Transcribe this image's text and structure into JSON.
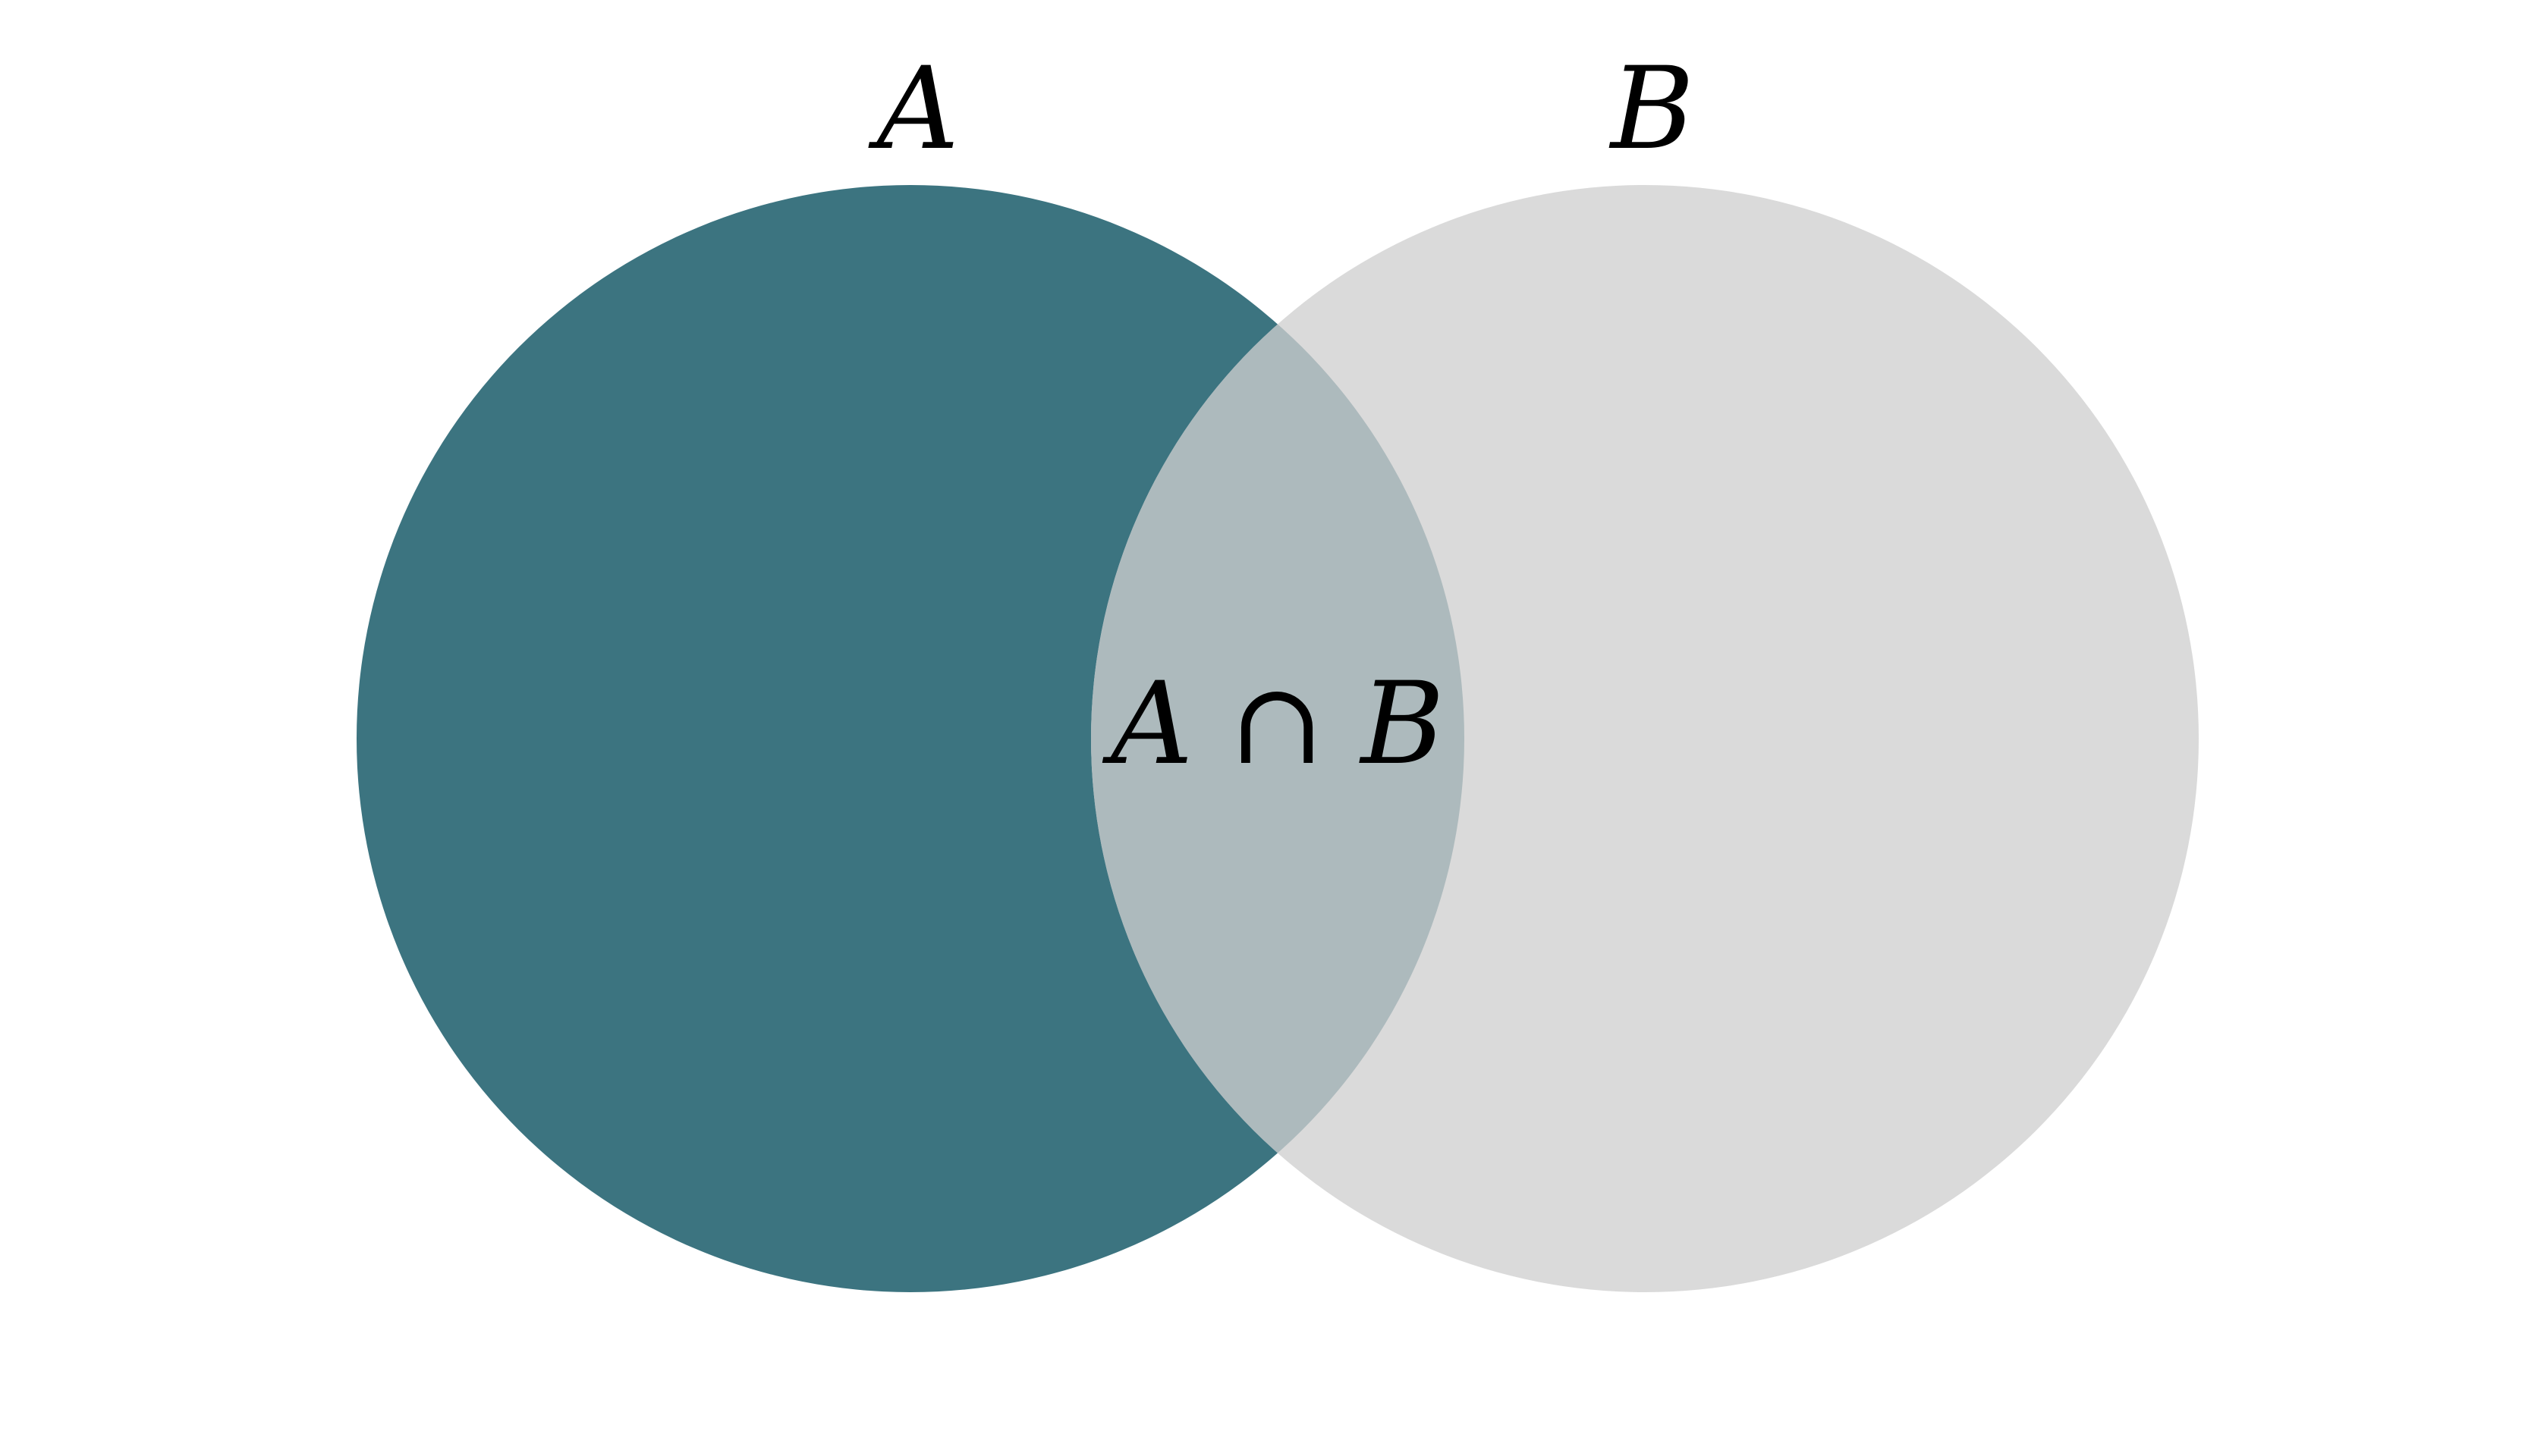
{
  "diagram": {
    "sets": [
      {
        "name": "A",
        "label": "A",
        "color": "#3c7480"
      },
      {
        "name": "B",
        "label": "B",
        "color": "#dadada"
      }
    ],
    "intersection": {
      "label": "A ∩ B",
      "color": "#adbabd"
    },
    "background": "#ffffff"
  }
}
